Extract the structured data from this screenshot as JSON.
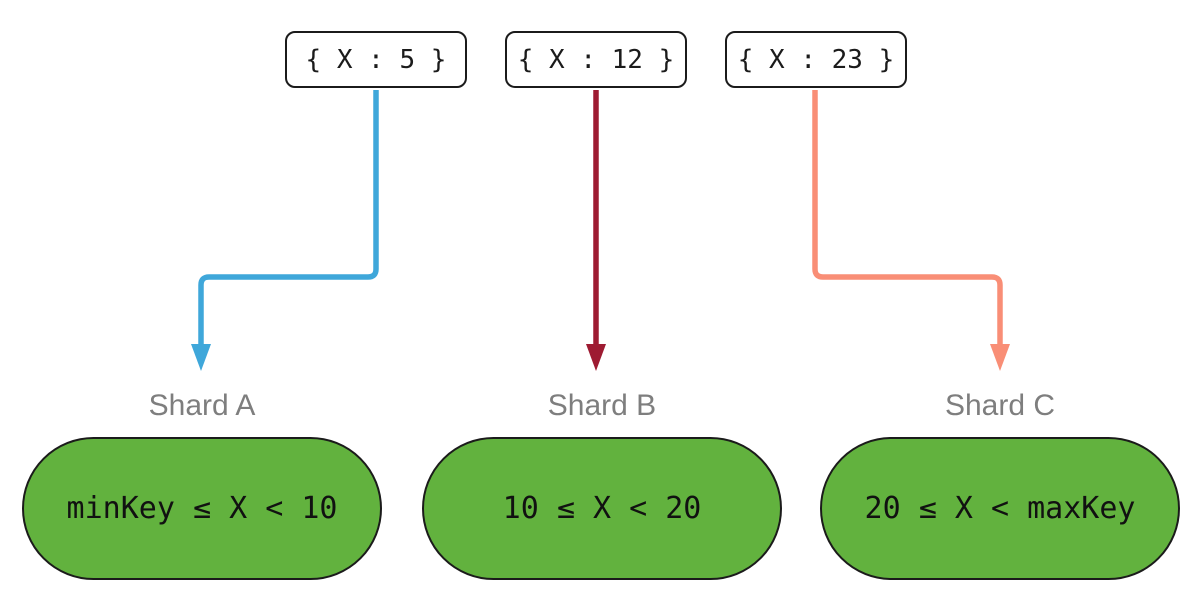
{
  "diagram": {
    "documents": [
      {
        "label": "{ X : 5 }",
        "arrow_color": "#3fa7da"
      },
      {
        "label": "{ X : 12 }",
        "arrow_color": "#9e1b32"
      },
      {
        "label": "{ X : 23 }",
        "arrow_color": "#f98e76"
      }
    ],
    "shards": [
      {
        "name": "Shard A",
        "range": "minKey ≤ X < 10"
      },
      {
        "name": "Shard B",
        "range": "10 ≤ X < 20"
      },
      {
        "name": "Shard C",
        "range": "20 ≤ X < maxKey"
      }
    ],
    "colors": {
      "shard_fill": "#62b23e",
      "shard_border": "#1b1b1b",
      "doc_border": "#1b1b1b",
      "label_gray": "#7e7e7e",
      "arrow_blue": "#3fa7da",
      "arrow_dark_red": "#9e1b32",
      "arrow_salmon": "#f98e76",
      "background": "#ffffff"
    }
  }
}
